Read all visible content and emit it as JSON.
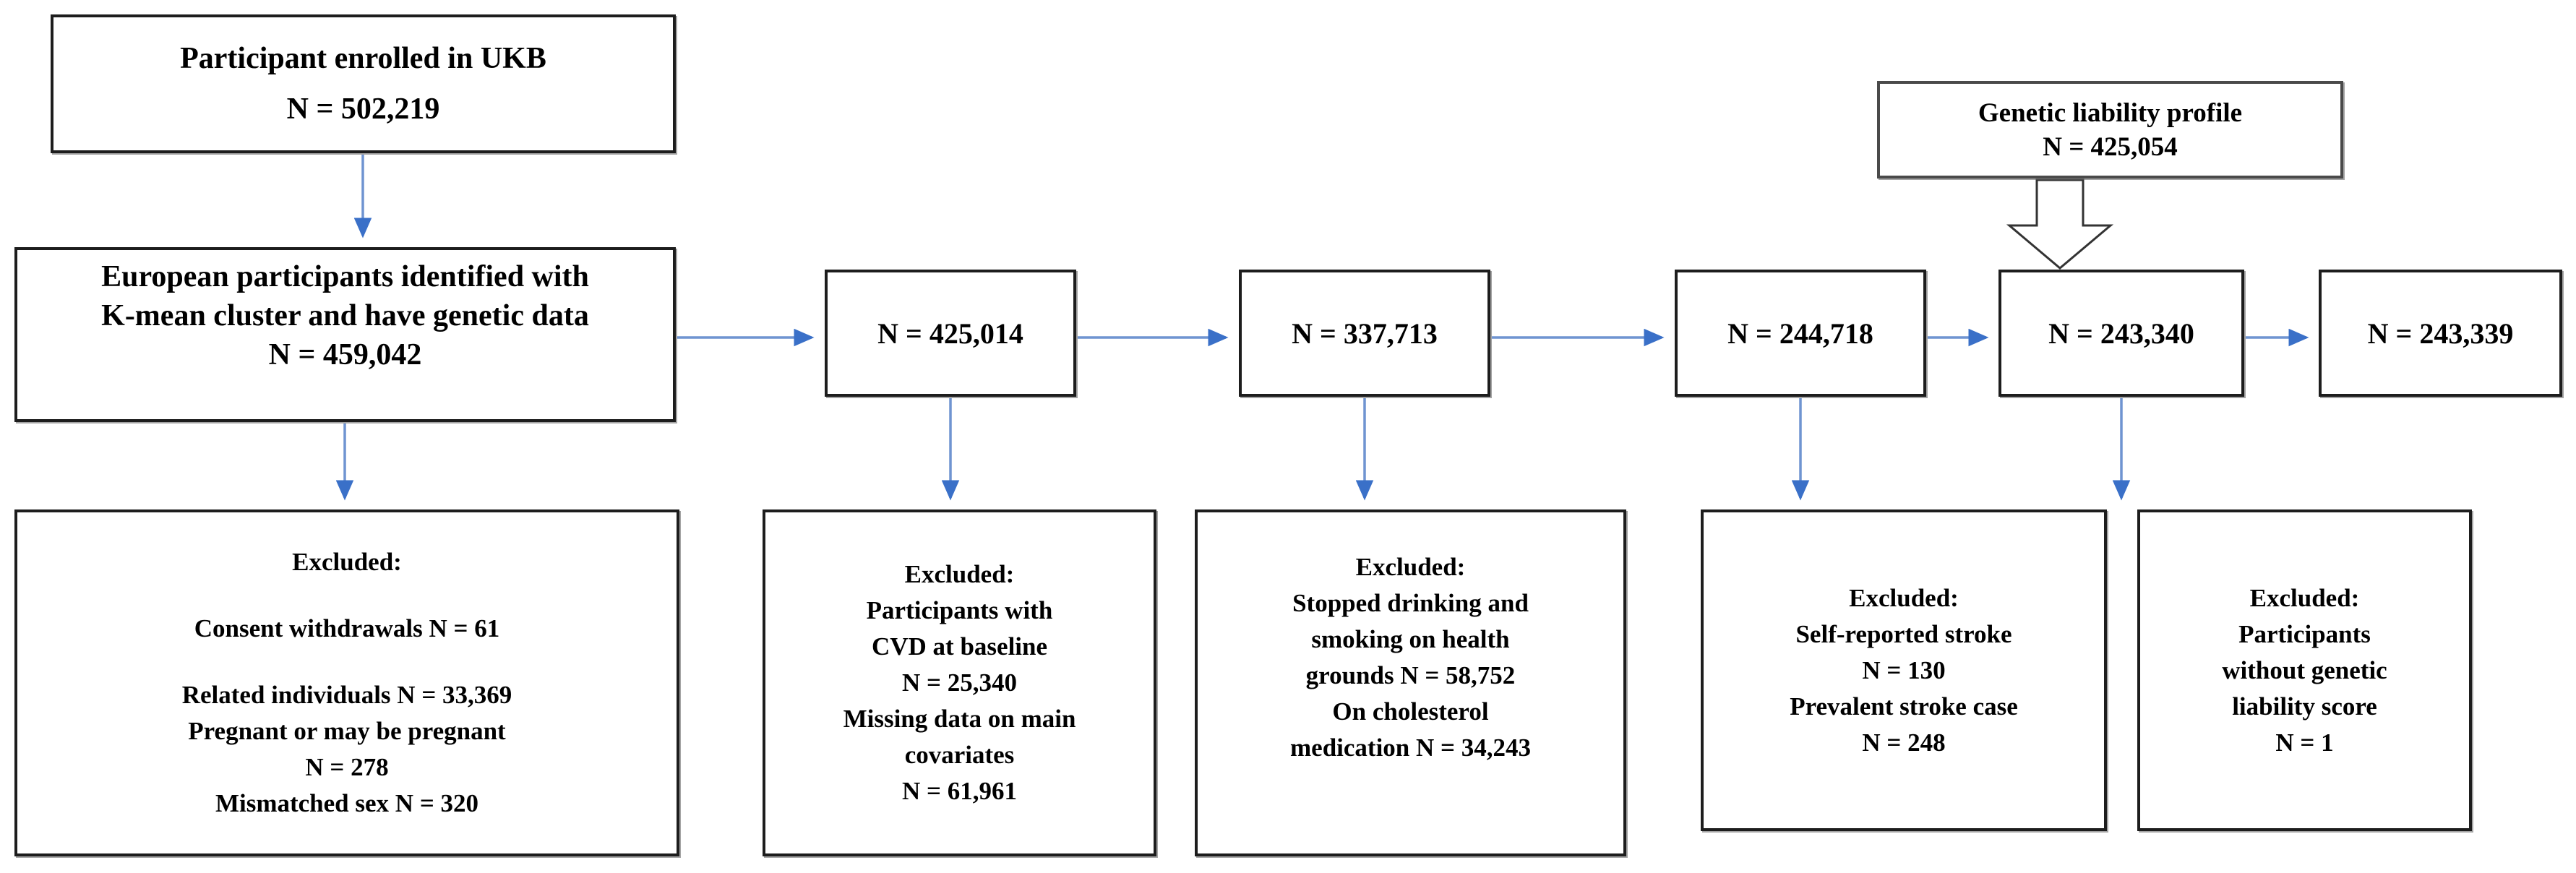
{
  "figure": {
    "type": "participant-flow-diagram",
    "background": "#ffffff"
  },
  "colors": {
    "box_border": "#1d1d1d",
    "callout_border": "#4a4a4a",
    "arrow_shaft": "#6f94d1",
    "arrow_head": "#3a70c8",
    "text": "#000000"
  },
  "boxes": {
    "enrolled": {
      "lines": [
        "Participant enrolled in UKB",
        "N = 502,219"
      ]
    },
    "european": {
      "lines": [
        "European participants identified with",
        "K-mean cluster and have genetic data",
        "N = 459,042"
      ]
    },
    "genetic_liability": {
      "lines": [
        "Genetic liability profile",
        "N = 425,054"
      ]
    },
    "n_425014": {
      "lines": [
        "N = 425,014"
      ]
    },
    "n_337713": {
      "lines": [
        "N = 337,713"
      ]
    },
    "n_244718": {
      "lines": [
        "N = 244,718"
      ]
    },
    "n_243340": {
      "lines": [
        "N = 243,340"
      ]
    },
    "n_243339": {
      "lines": [
        "N = 243,339"
      ]
    },
    "excluded_baseline": {
      "lines": [
        "Excluded:",
        "Consent withdrawals N = 61",
        "Related individuals N = 33,369",
        "Pregnant or may be pregnant",
        "N = 278",
        "Mismatched sex N =  320"
      ]
    },
    "excluded_cvd": {
      "lines": [
        "Excluded:",
        "Participants with",
        "CVD at baseline",
        "N = 25,340",
        "Missing data on main",
        "covariates",
        "N = 61,961"
      ]
    },
    "excluded_lifestyle": {
      "lines": [
        "Excluded:",
        "Stopped drinking and",
        "smoking on health",
        "grounds N = 58,752",
        "On cholesterol",
        "medication N = 34,243"
      ]
    },
    "excluded_stroke": {
      "lines": [
        "Excluded:",
        "Self-reported stroke",
        "N = 130",
        "Prevalent stroke case",
        "N = 248"
      ]
    },
    "excluded_no_score": {
      "lines": [
        "Excluded:",
        "Participants",
        "without genetic",
        "liability score",
        "N = 1"
      ]
    }
  }
}
